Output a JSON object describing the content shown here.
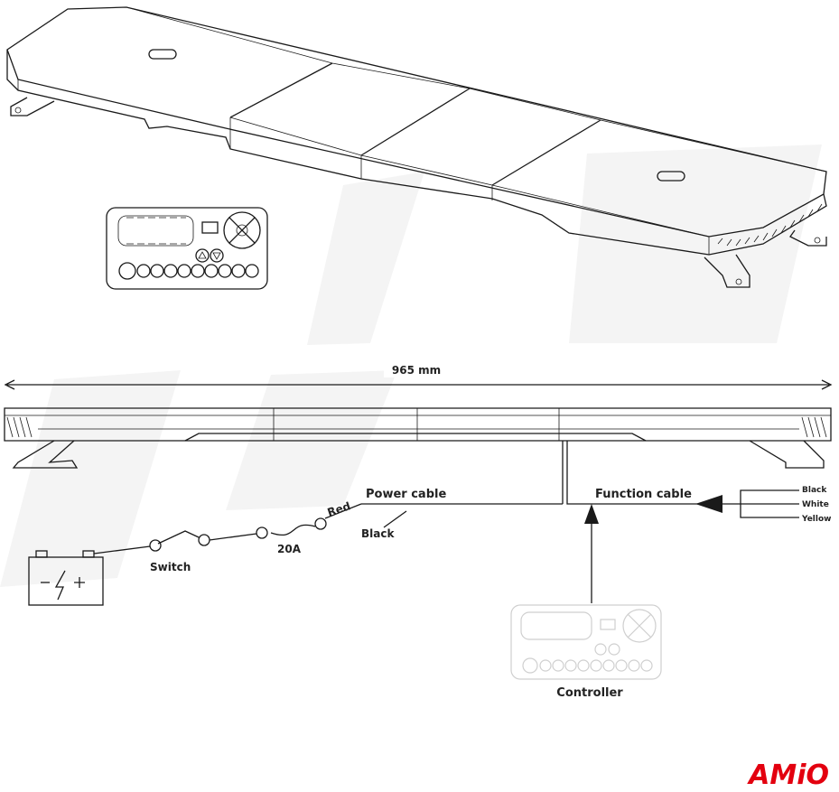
{
  "dimension": {
    "label": "965 mm"
  },
  "wiring": {
    "power_cable": "Power cable",
    "red": "Red",
    "black": "Black",
    "fuse": "20A",
    "switch": "Switch",
    "function_cable": "Function cable",
    "wires": [
      "Black",
      "White",
      "Yellow"
    ]
  },
  "controller": {
    "label": "Controller"
  },
  "brand": {
    "logo": "AMiO",
    "color": "#e3000f"
  },
  "colors": {
    "line": "#1a1a1a",
    "watermark": "#f4f4f4",
    "faded": "#cfcfcf"
  }
}
